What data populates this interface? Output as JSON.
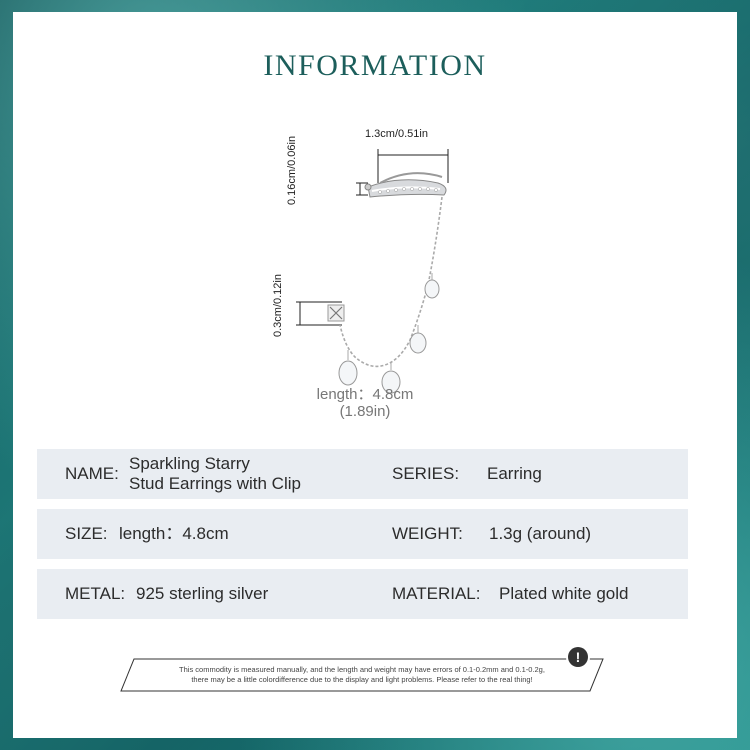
{
  "title": "INFORMATION",
  "product_image": {
    "dim_width": "1.3cm/0.51in",
    "dim_thickness": "0.16cm/0.06in",
    "dim_stud": "0.3cm/0.12in",
    "length_line1": "length：4.8cm",
    "length_line2": "(1.89in)"
  },
  "specs": {
    "name_label": "NAME:",
    "name_value_line1": "Sparkling Starry",
    "name_value_line2": "Stud Earrings with Clip",
    "series_label": "SERIES:",
    "series_value": "Earring",
    "size_label": "SIZE:",
    "size_value": "length：4.8cm",
    "weight_label": "WEIGHT:",
    "weight_value": "1.3g (around)",
    "metal_label": "METAL:",
    "metal_value": "925 sterling silver",
    "material_label": "MATERIAL:",
    "material_value": "Plated white gold"
  },
  "notice": {
    "line1": "This commodity is measured manually, and the length and weight may have errors of 0.1-0.2mm and 0.1-0.2g,",
    "line2": "there may be a little colordifference due to the display and light problems. Please refer to the real thing!",
    "icon": "exclamation-icon"
  },
  "colors": {
    "title": "#1c5e5b",
    "row_bg": "#e9edf2",
    "frame": "#0f5457"
  }
}
